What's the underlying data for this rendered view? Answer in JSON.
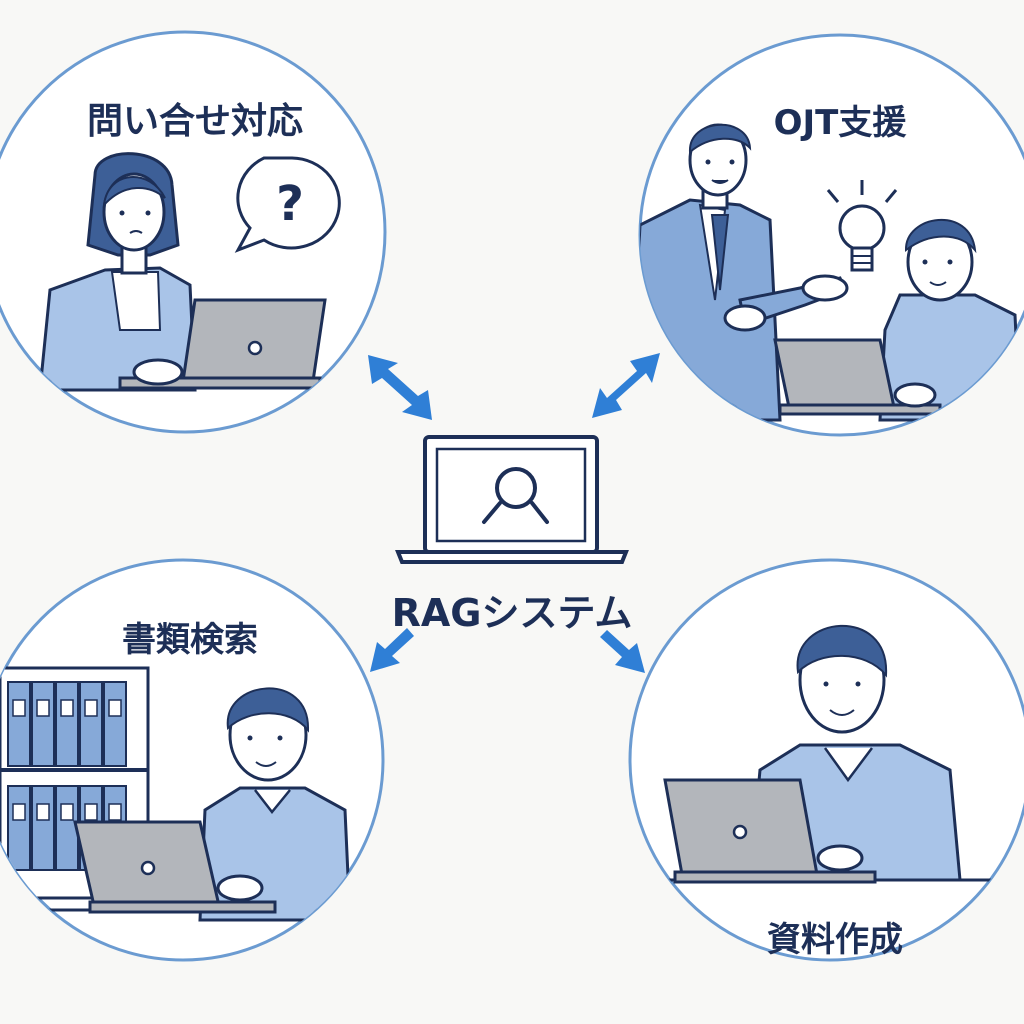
{
  "center": {
    "label": "RAGシステム",
    "icon": "search-icon"
  },
  "scenes": {
    "top_left": {
      "label": "問い合せ対応",
      "speech_symbol": "?"
    },
    "top_right": {
      "label": "OJT支援"
    },
    "bottom_left": {
      "label": "書類検索"
    },
    "bottom_right": {
      "label": "資料作成"
    }
  },
  "colors": {
    "navy": "#1d2f57",
    "light_blue": "#a9c4e8",
    "mid_blue": "#86a9d8",
    "arrow_blue": "#2f7fd6",
    "circle_stroke": "#6b9bd1",
    "laptop_gray": "#b3b6bb",
    "background": "#f8f8f6"
  }
}
